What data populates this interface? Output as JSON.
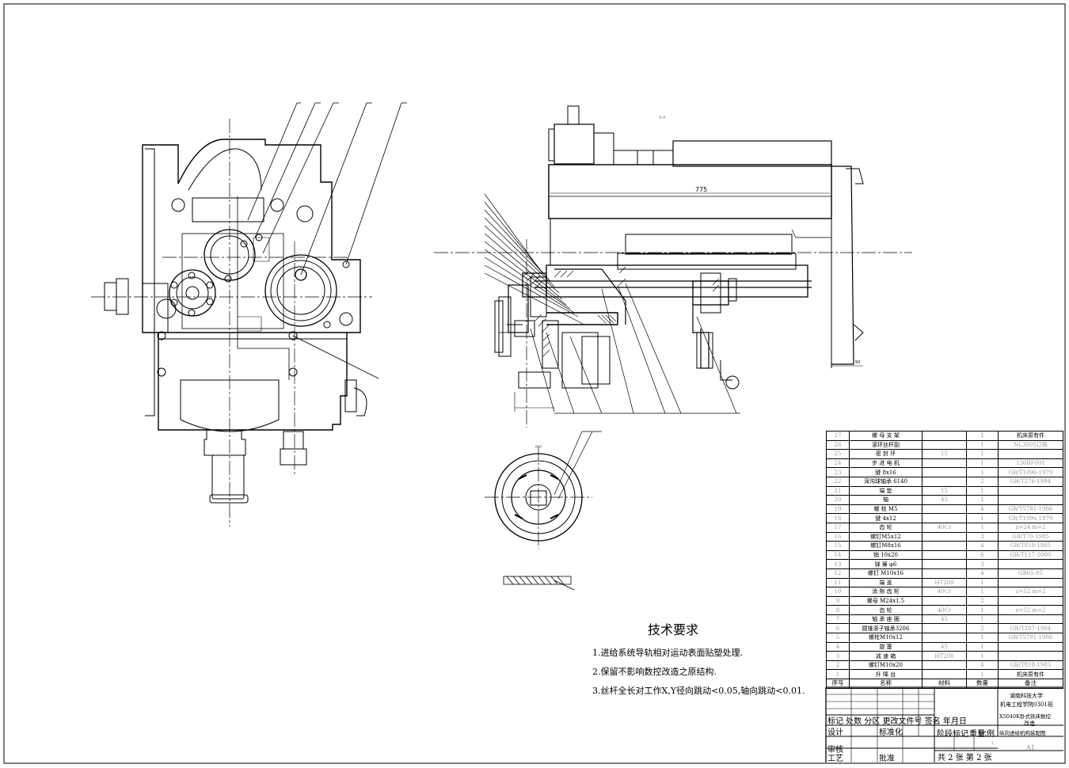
{
  "drawing": {
    "dimension_775": "775",
    "dimension_50": "50",
    "view_label_main": "A-A",
    "view_label_side": "B-B"
  },
  "technical_requirements": {
    "heading": "技术要求",
    "items": [
      "1.进给系统导轨相对运动表面贴塑处理.",
      "2.保留不影响数控改造之原结构.",
      "3.丝杆全长对工作X,Y径向跳动<0.05,轴向跳动<0.01."
    ]
  },
  "bom": {
    "header": {
      "no": "序号",
      "name": "名称",
      "material": "材料",
      "qty": "数量",
      "note": "备注"
    },
    "rows": [
      {
        "no": "27",
        "name": "螺 母 支 架",
        "material": "",
        "qty": "1",
        "note": "机床原有件",
        "grey": false
      },
      {
        "no": "26",
        "name": "滚环丝杆副",
        "material": "",
        "qty": "1",
        "note": "NL3005订购",
        "grey": true
      },
      {
        "no": "25",
        "name": "密 封 环",
        "material": "15",
        "qty": "1",
        "note": "",
        "grey": true
      },
      {
        "no": "24",
        "name": "步 进 电 机",
        "material": "",
        "qty": "1",
        "note": "130BF001",
        "grey": true
      },
      {
        "no": "23",
        "name": "键 8x16",
        "material": "",
        "qty": "1",
        "note": "GB/T1096-1979",
        "grey": true
      },
      {
        "no": "22",
        "name": "深沟球轴承 6140",
        "material": "",
        "qty": "2",
        "note": "GB/T276-1994",
        "grey": true
      },
      {
        "no": "21",
        "name": "端 垫",
        "material": "15",
        "qty": "1",
        "note": "",
        "grey": true
      },
      {
        "no": "20",
        "name": "轴",
        "material": "45",
        "qty": "1",
        "note": "",
        "grey": true
      },
      {
        "no": "19",
        "name": "螺 栓 M5",
        "material": "",
        "qty": "4",
        "note": "GB/T5781-1986",
        "grey": true
      },
      {
        "no": "18",
        "name": "键 4x12",
        "material": "",
        "qty": "1",
        "note": "GB/T1096-1979",
        "grey": true
      },
      {
        "no": "17",
        "name": "齿 轮",
        "material": "40Cr",
        "qty": "1",
        "note": "z=24 m=2",
        "grey": true
      },
      {
        "no": "16",
        "name": "螺钉M5x12",
        "material": "",
        "qty": "3",
        "note": "GB/T70-1985",
        "grey": true
      },
      {
        "no": "15",
        "name": "螺钉M8x16",
        "material": "",
        "qty": "4",
        "note": "GB/T818-1985",
        "grey": true
      },
      {
        "no": "14",
        "name": "销 10x20",
        "material": "",
        "qty": "6",
        "note": "GB/T117-2000",
        "grey": true
      },
      {
        "no": "13",
        "name": "弹 簧 φ6",
        "material": "",
        "qty": "3",
        "note": "",
        "grey": true
      },
      {
        "no": "12",
        "name": "螺钉 M10x16",
        "material": "",
        "qty": "4",
        "note": "GB65-85",
        "grey": true
      },
      {
        "no": "11",
        "name": "端 盖",
        "material": "HT200",
        "qty": "1",
        "note": "",
        "grey": true
      },
      {
        "no": "10",
        "name": "消 隙 齿 轮",
        "material": "40Cr",
        "qty": "1",
        "note": "z=52 m=2",
        "grey": true
      },
      {
        "no": "9",
        "name": "螺母 M24x1.5",
        "material": "",
        "qty": "2",
        "note": "",
        "grey": true
      },
      {
        "no": "8",
        "name": "齿 轮",
        "material": "40Cr",
        "qty": "1",
        "note": "z=52 m=2",
        "grey": true
      },
      {
        "no": "7",
        "name": "轴 承 座 圈",
        "material": "45",
        "qty": "1",
        "note": "",
        "grey": true
      },
      {
        "no": "6",
        "name": "圆锥滚子轴承3206",
        "material": "",
        "qty": "2",
        "note": "GB/T297-1994",
        "grey": true
      },
      {
        "no": "5",
        "name": "螺栓M10x12",
        "material": "",
        "qty": "1",
        "note": "GB/T5781-1986",
        "grey": true
      },
      {
        "no": "4",
        "name": "旋 塞",
        "material": "45",
        "qty": "1",
        "note": "",
        "grey": true
      },
      {
        "no": "3",
        "name": "减 速 箱",
        "material": "HT200",
        "qty": "1",
        "note": "",
        "grey": true
      },
      {
        "no": "2",
        "name": "螺钉M10x20",
        "material": "",
        "qty": "4",
        "note": "GB/T818-1985",
        "grey": true
      },
      {
        "no": "1",
        "name": "升 降 台",
        "material": "",
        "qty": "1",
        "note": "机床原有件",
        "grey": false
      }
    ]
  },
  "title_block": {
    "school": "湖南科技大学",
    "class": "机电工程学院0301班",
    "title_line1": "X5040K卧式铣床数控",
    "title_line2": "改造",
    "title_line3": "纵向进给机构装配图",
    "revision_row": "标记 处数 分区 更改文件号 签名 年月日",
    "design": "设计",
    "standardize": "标准化",
    "stage_mark": "阶段标记",
    "weight": "重量",
    "scale": "比例",
    "scale_sep": ":",
    "review": "审核",
    "process": "工艺",
    "approve": "批准",
    "sheets": "共 2 张 第 2 张",
    "code": "A1"
  }
}
